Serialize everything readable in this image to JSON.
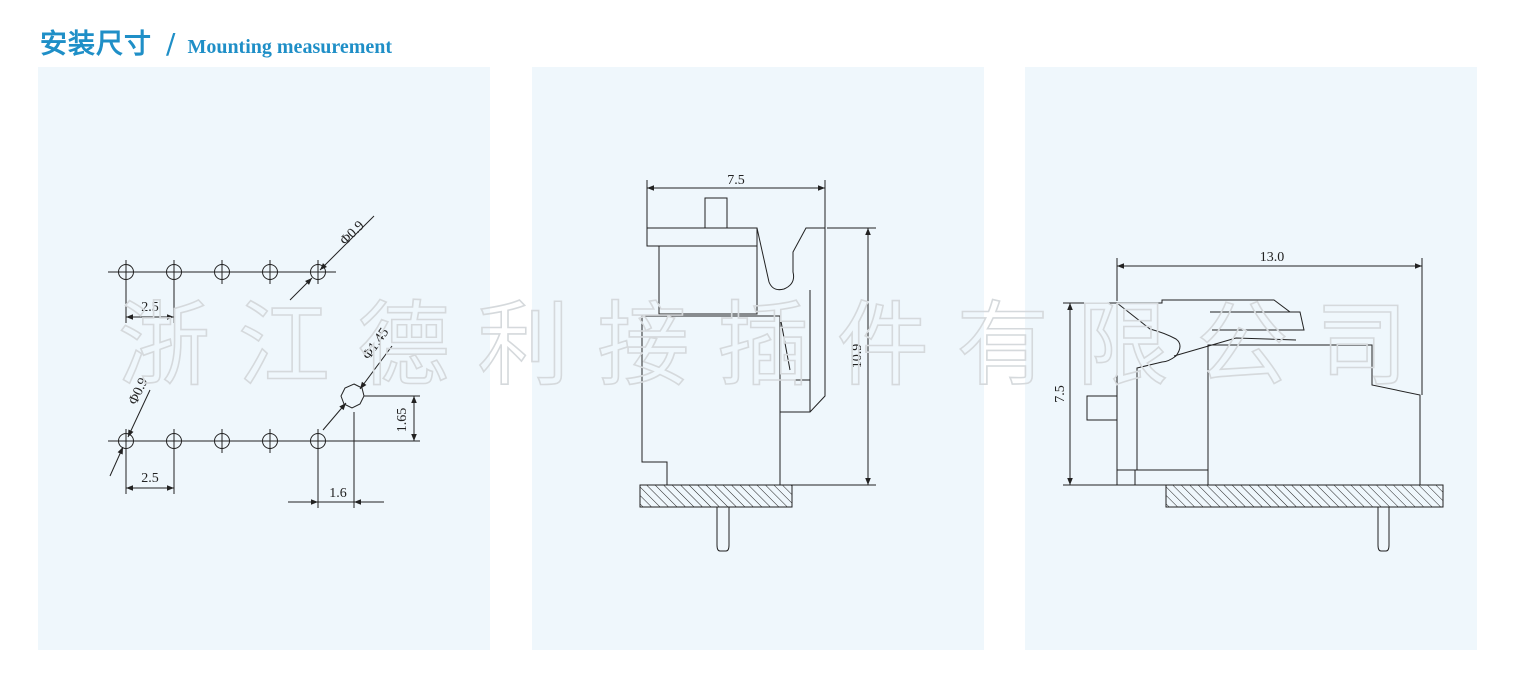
{
  "header": {
    "title_zh": "安装尺寸",
    "separator": "/",
    "title_en": "Mounting measurement"
  },
  "watermark": {
    "chars": [
      "浙",
      "江",
      "德",
      "利",
      "接",
      "插",
      "件",
      "有",
      "限",
      "公",
      "司"
    ]
  },
  "colors": {
    "title": "#1f8fc7",
    "panel_bg": "#eff7fc",
    "line": "#222222",
    "watermark_stroke": "#d5d9dc"
  },
  "panel1": {
    "hole_dia_top": "Φ0.9",
    "pitch_top": "2.5",
    "hole_dia_big": "Φ1.45",
    "hole_dia_bottom": "Φ0.9",
    "offset_v": "1.65",
    "pitch_bottom": "2.5",
    "offset_h": "1.6"
  },
  "panel2": {
    "width": "7.5",
    "height": "10.9"
  },
  "panel3": {
    "length": "13.0",
    "height": "7.5"
  }
}
